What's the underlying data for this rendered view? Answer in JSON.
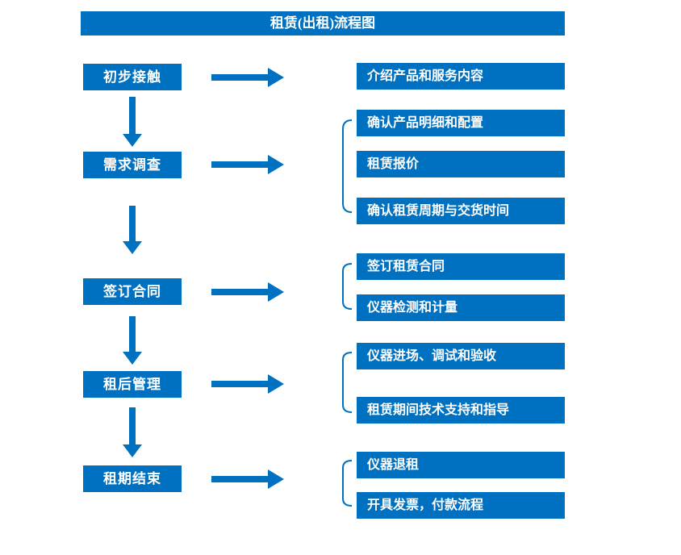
{
  "title": "租赁(出租)流程图",
  "colors": {
    "primary": "#0070C0",
    "text": "#FFFFFF",
    "background": "#FFFFFF"
  },
  "stages": [
    {
      "label": "初步接触",
      "outputs": [
        "介绍产品和服务内容"
      ]
    },
    {
      "label": "需求调查",
      "outputs": [
        "确认产品明细和配置",
        "租赁报价",
        "确认租赁周期与交货时间"
      ]
    },
    {
      "label": "签订合同",
      "outputs": [
        "签订租赁合同",
        "仪器检测和计量"
      ]
    },
    {
      "label": "租后管理",
      "outputs": [
        "仪器进场、调试和验收",
        "租赁期间技术支持和指导"
      ]
    },
    {
      "label": "租期结束",
      "outputs": [
        "仪器退租",
        "开具发票，付款流程"
      ]
    }
  ]
}
